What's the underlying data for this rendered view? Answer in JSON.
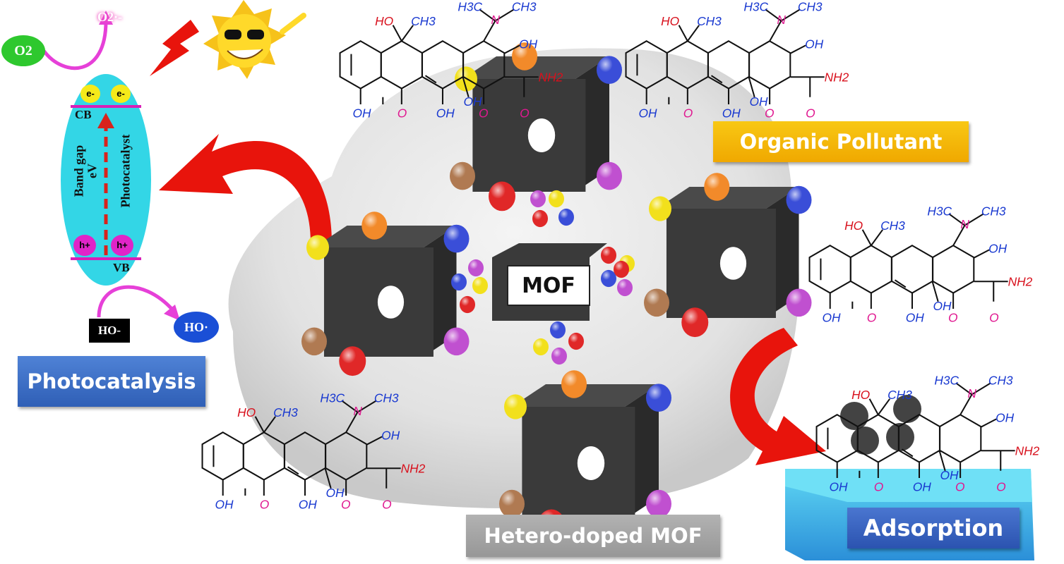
{
  "labels": {
    "organic_pollutant": "Organic Pollutant",
    "photocatalysis": "Photocatalysis",
    "hetero_doped_mof": "Hetero-doped MOF",
    "adsorption": "Adsorption",
    "mof": "MOF"
  },
  "photocatalyst": {
    "o2": "O2",
    "o2_radical": "O2·-",
    "electron": "e-",
    "hole": "h+",
    "cb": "CB",
    "vb": "VB",
    "band_gap": "Band gap",
    "ev": "eV",
    "photocatalyst": "Photocatalyst",
    "hydroxide": "HO-",
    "hydroxyl_radical": "HO·"
  },
  "molecule": {
    "ho": "HO",
    "ch3": "CH3",
    "h3c": "H3C",
    "n": "N",
    "oh": "OH",
    "nh2": "NH2",
    "o": "O"
  },
  "colors": {
    "cube": "#3a3a3a",
    "ball_colors": [
      "#f2e01c",
      "#f28a2a",
      "#3a4ed8",
      "#c050d0",
      "#e02828",
      "#b07a52"
    ],
    "orange_banner": "#f5b800",
    "blue_banner": "#3d6fc4",
    "gray_banner": "#a6a6a6",
    "catalyst": "#33d6e6",
    "arrow_red": "#e8140c"
  }
}
